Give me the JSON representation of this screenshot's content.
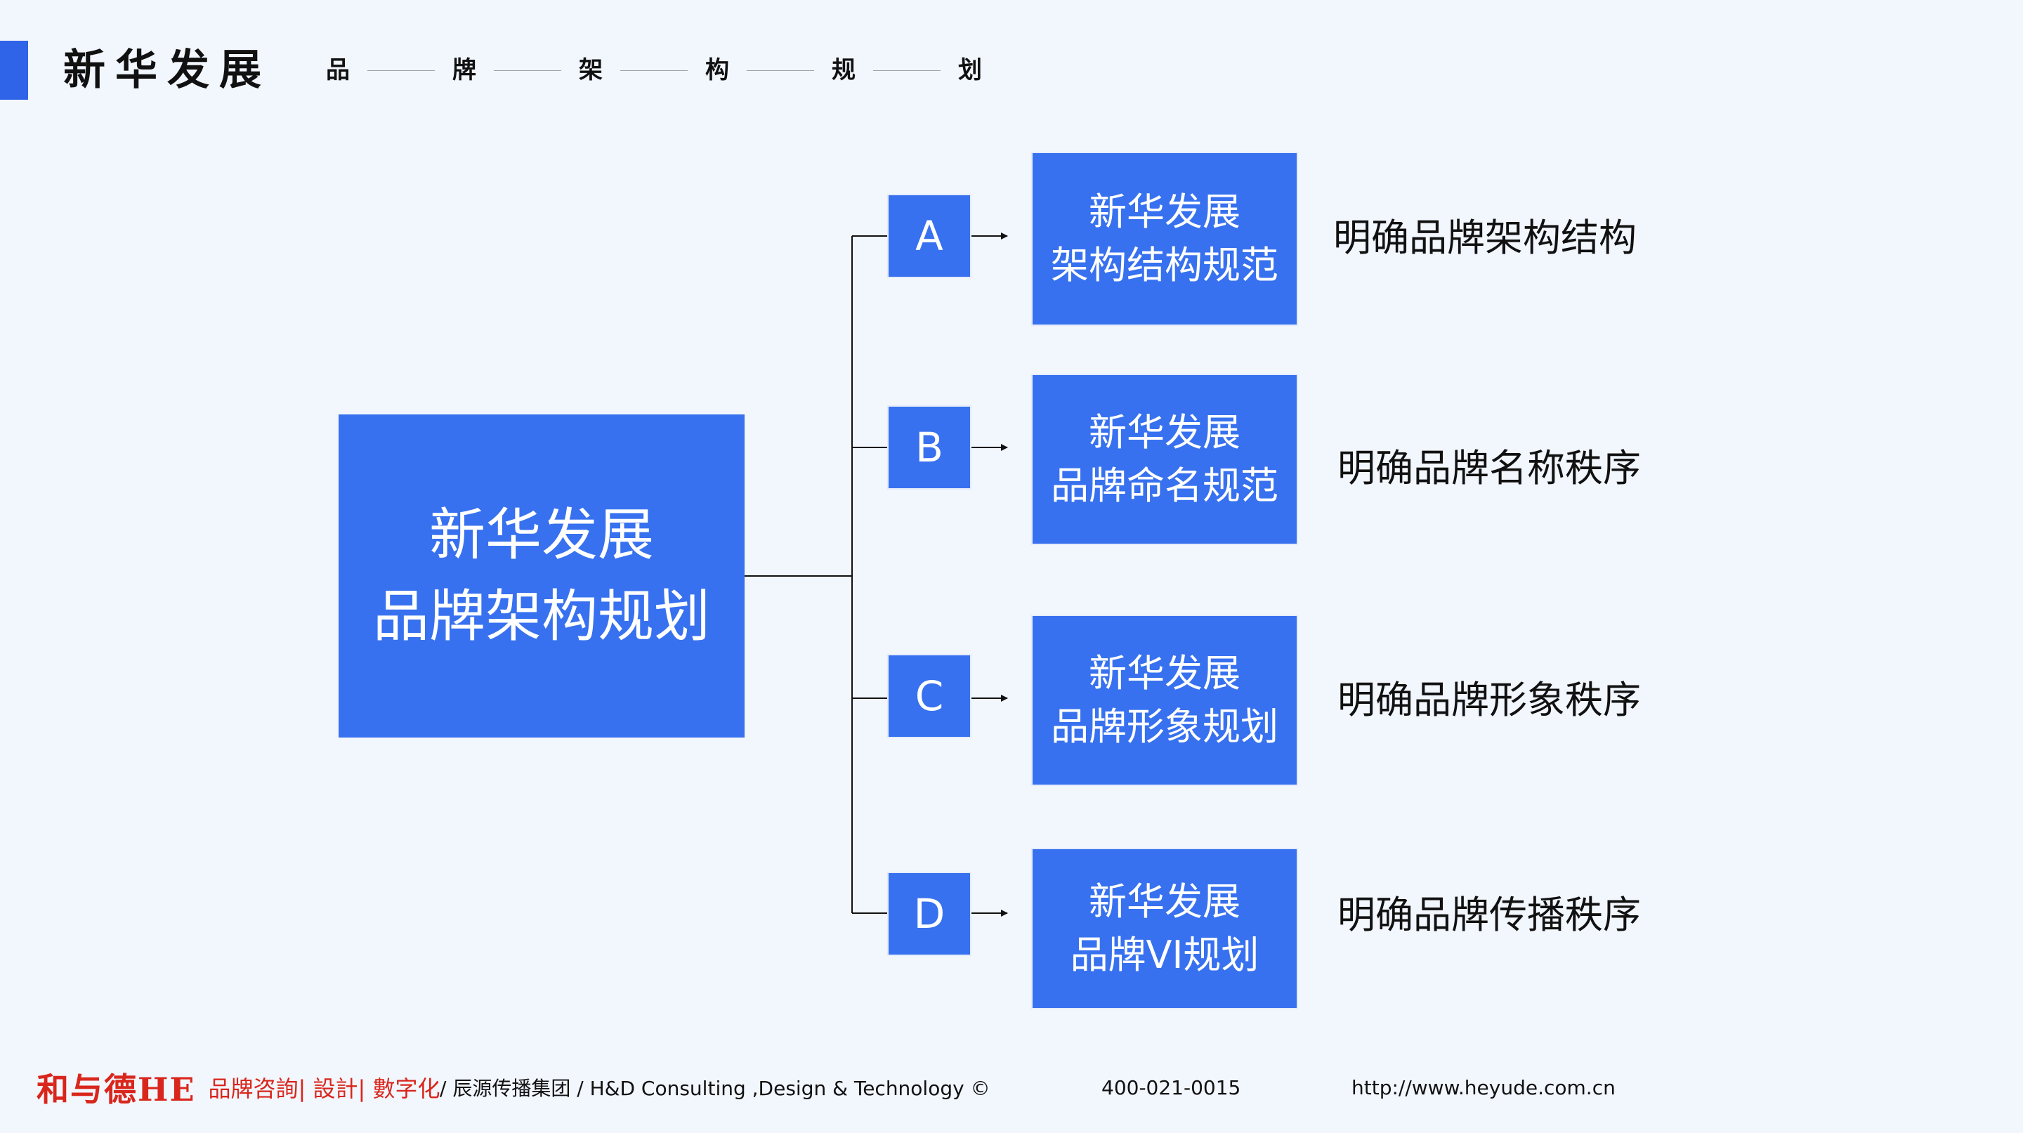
{
  "header": {
    "title": "新华发展",
    "subtitle_chars": [
      "品",
      "牌",
      "架",
      "构",
      "规",
      "划"
    ]
  },
  "diagram": {
    "root": {
      "line1": "新华发展",
      "line2": "品牌架构规划"
    },
    "branches": [
      {
        "letter": "A",
        "line1": "新华发展",
        "line2": "架构结构规范",
        "desc": "明确品牌架构结构"
      },
      {
        "letter": "B",
        "line1": "新华发展",
        "line2": "品牌命名规范",
        "desc": "明确品牌名称秩序"
      },
      {
        "letter": "C",
        "line1": "新华发展",
        "line2": "品牌形象规划",
        "desc": "明确品牌形象秩序"
      },
      {
        "letter": "D",
        "line1": "新华发展",
        "line2": "品牌VI规划",
        "desc": "明确品牌传播秩序"
      }
    ]
  },
  "footer": {
    "logo": "和与德HE",
    "logo_tagline": "品牌咨詢| 設計| 數字化",
    "company": "/  辰源传播集团 / H&D Consulting ,Design & Technology ©",
    "phone": "400-021-0015",
    "website": "http://www.heyude.com.cn"
  },
  "colors": {
    "accent": "#2f63e8",
    "node_fill": "#3771ef",
    "logo_red": "#d9261c",
    "background": "#f2f6fd"
  }
}
